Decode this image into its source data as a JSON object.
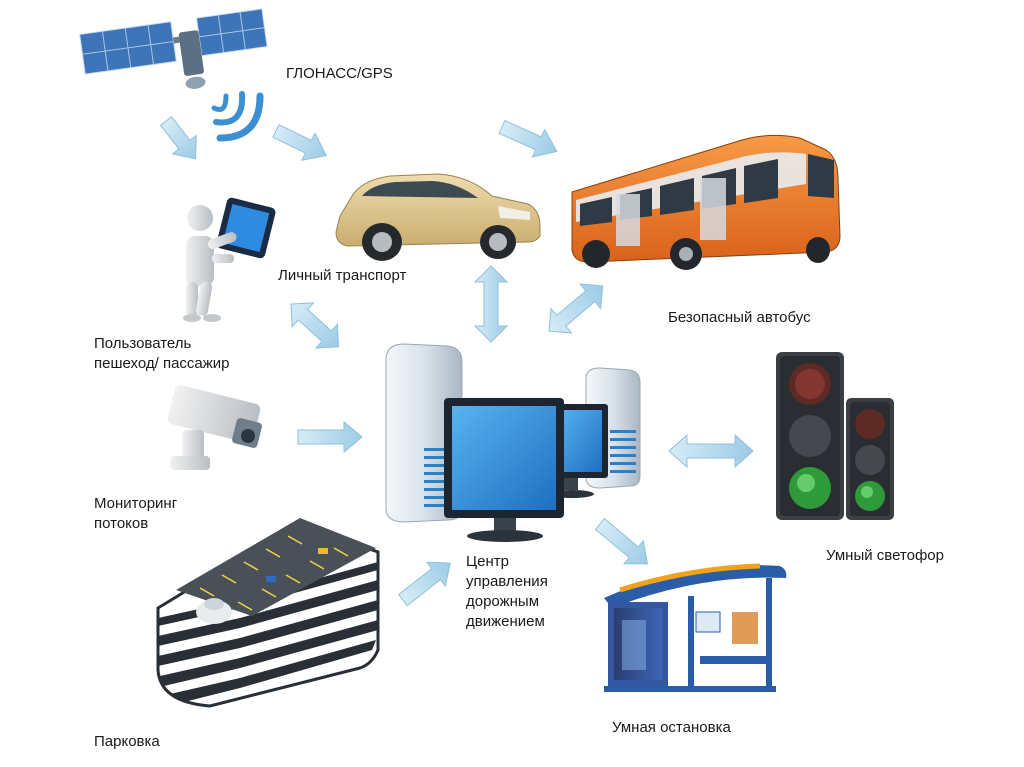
{
  "labels": {
    "glonass": "ГЛОНАСС/GPS",
    "private_transport": "Личный транспорт",
    "safe_bus": "Безопасный автобус",
    "user_line1": "Пользователь",
    "user_line2": "пешеход/ пассажир",
    "monitoring_line1": "Мониторинг",
    "monitoring_line2": "потоков",
    "center_line1": "Центр",
    "center_line2": "управления",
    "center_line3": "дорожным",
    "center_line4": "движением",
    "smart_traffic_light": "Умный светофор",
    "smart_stop": "Умная остановка",
    "parking": "Парковка"
  },
  "colors": {
    "arrow": "#a9d3ea",
    "arrow_stroke": "#7fb6d6",
    "bus_orange": "#ef7d22",
    "car_gold": "#d9c18a",
    "screen_blue": "#2f8fd8",
    "light_green": "#3fc24a",
    "light_red": "#b8362e",
    "stop_blue": "#2a5ca8"
  }
}
